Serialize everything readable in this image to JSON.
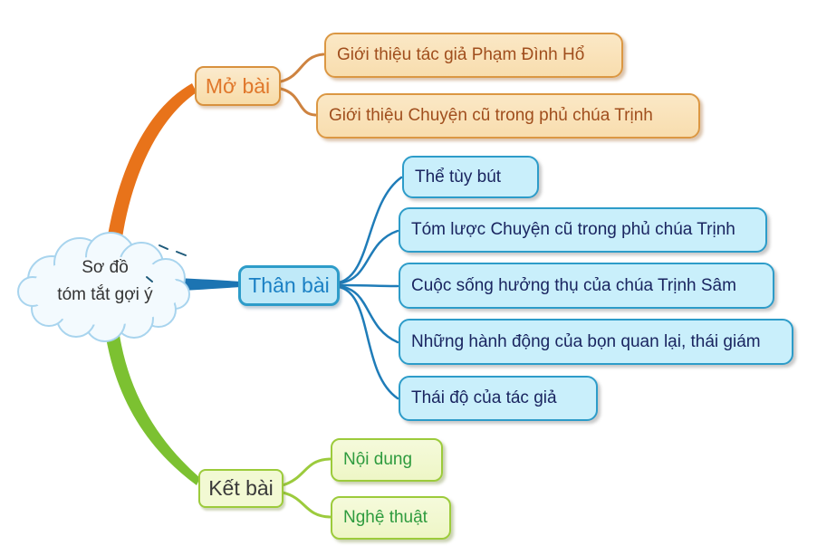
{
  "center": {
    "line1": "Sơ đồ",
    "line2": "tóm tắt gợi ý"
  },
  "branches": [
    {
      "label": "Mở bài",
      "color": "#e8731a",
      "children": [
        "Giới thiệu tác giả Phạm Đình Hổ",
        "Giới thiệu Chuyện cũ trong phủ chúa Trịnh"
      ]
    },
    {
      "label": "Thân bài",
      "color": "#1c74b2",
      "children": [
        "Thể tùy bút",
        "Tóm lược Chuyện cũ trong phủ chúa Trịnh",
        "Cuộc sống hưởng thụ của chúa Trịnh Sâm",
        "Những hành động của bọn quan lại, thái giám",
        "Thái độ của tác giả"
      ]
    },
    {
      "label": "Kết bài",
      "color": "#7cc131",
      "children": [
        "Nội dung",
        "Nghệ thuật"
      ]
    }
  ],
  "colors": {
    "orange_branch": "#e8731a",
    "orange_fill": "#fae3bc",
    "orange_border": "#db9743",
    "orange_text": "#a04e1d",
    "blue_branch": "#1c74b2",
    "blue_fill": "#c9effb",
    "blue_border": "#2d9cc9",
    "blue_text": "#1a2560",
    "green_branch": "#7cc131",
    "green_fill": "#f2f9d3",
    "green_border": "#9ccb3b",
    "green_text": "#2e9b3e",
    "cloud_fill": "#f3fafe",
    "cloud_outline": "#a8d4ee"
  }
}
